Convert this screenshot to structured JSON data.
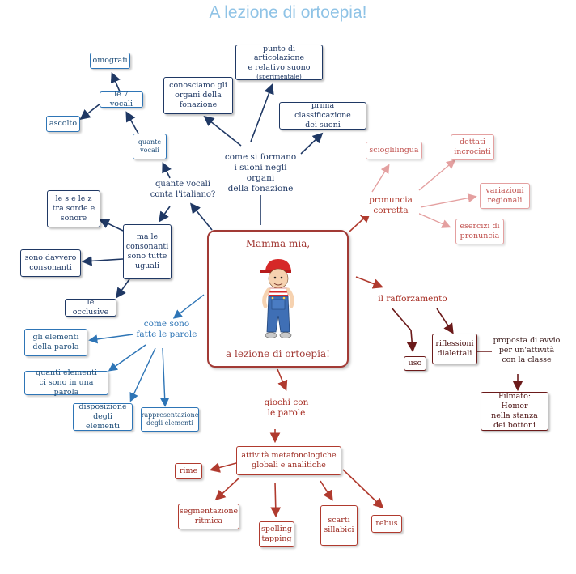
{
  "title": "A lezione di ortoepia!",
  "center": {
    "top_text": "Mamma mia,",
    "bottom_text": "a lezione di ortoepia!"
  },
  "branches": {
    "formazione": {
      "label": "come si formano\ni suoni negli organi\ndella fonazione",
      "children": [
        "conosciamo gli\norgani della\nfonazione",
        "punto di articolazione\ne relativo suono",
        "(sperimentale)",
        "prima classificazione\ndei suoni"
      ]
    },
    "vocali": {
      "label": "quante vocali\nconta l'italiano?",
      "children": [
        "quante\nvocali",
        "le 7 vocali",
        "omografi",
        "ascolto"
      ]
    },
    "consonanti": {
      "label": "ma le\nconsonanti\nsono tutte\nuguali",
      "children": [
        "le s e le z\ntra sorde e\nsonore",
        "sono davvero\nconsonanti",
        "le occlusive"
      ]
    },
    "parole": {
      "label": "come sono\nfatte le parole",
      "children": [
        "gli elementi\ndella parola",
        "quanti elementi\nci sono in una parola",
        "disposizione\ndegli elementi",
        "rappresentazione\ndegli elementi"
      ]
    },
    "pronuncia": {
      "label": "pronuncia\ncorretta",
      "children": [
        "scioglilingua",
        "dettati\nincrociati",
        "variazioni\nregionali",
        "esercizi di\npronuncia"
      ]
    },
    "rafforzamento": {
      "label": "il rafforzamento",
      "children": [
        "uso",
        "riflessioni\ndialettali",
        "Filmato: Homer\nnella stanza\ndei bottoni"
      ],
      "note": "proposta di avvio\nper un'attività\ncon la classe"
    },
    "giochi": {
      "label": "giochi con\nle parole",
      "hub": "attività metafonologiche\nglobali e analitiche",
      "children": [
        "rime",
        "segmentazione\nritmica",
        "spelling\ntapping",
        "scarti\nsillabici",
        "rebus"
      ]
    }
  },
  "colors": {
    "navy": "#1f3864",
    "blue": "#2e75b6",
    "pink": "#e4a0a0",
    "red": "#b03a2e",
    "maroon": "#6b1a1a",
    "title": "#8fc3e6"
  }
}
